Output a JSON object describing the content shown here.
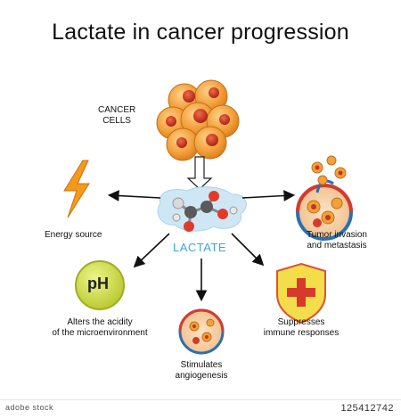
{
  "title": "Lactate in cancer progression",
  "source": "CANCER\nCELLS",
  "center": "LACTATE",
  "effects": {
    "energy": "Energy source",
    "invasion_1": "Tumor invasion",
    "invasion_2": "and metastasis",
    "acidity_1": "Alters the acidity",
    "acidity_2": "of the microenvironment",
    "angio_1": "Stimulates",
    "angio_2": "angiogenesis",
    "immune_1": "Suppresses",
    "immune_2": "immune responses"
  },
  "ph_badge": "pH",
  "footer": {
    "logo": "adobe stock",
    "id": "125412742"
  },
  "colors": {
    "cell_orange": "#f2a03a",
    "cell_red": "#c9321b",
    "lactate_blue": "#3fa6d6",
    "ph_green": "#c8d93a",
    "shield_yellow": "#f3dd4a",
    "shield_red": "#d63a2a",
    "bolt_orange": "#f39a1c"
  },
  "icons": [
    "cancer-cell-cluster-icon",
    "lightning-bolt-icon",
    "ph-badge-icon",
    "lactate-molecule-icon",
    "shield-cross-icon",
    "tumor-vessel-icon",
    "blood-vessel-icon"
  ]
}
